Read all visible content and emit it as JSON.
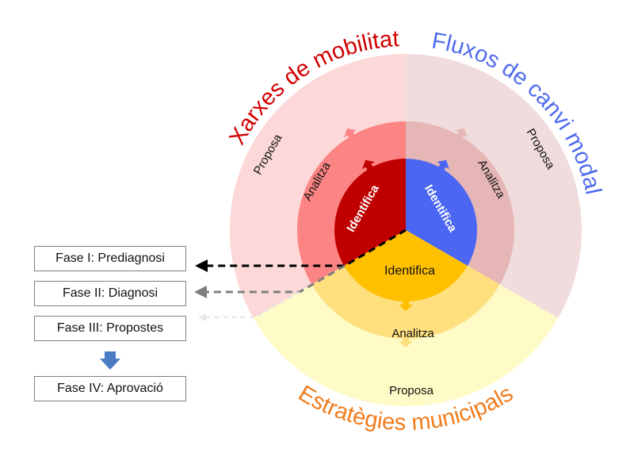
{
  "phases": [
    "Fase I: Prediagnosi",
    "Fase II: Diagnosi",
    "Fase III: Propostes",
    "Fase IV: Aprovació"
  ],
  "titles": {
    "red": "Xarxes de mobilitat",
    "blue": "Fluxos de canvi modal",
    "yellow": "Estratègies municipals"
  },
  "labels": {
    "identify": "Identifica",
    "analyze": "Analitza",
    "propose": "Proposa"
  },
  "colors": {
    "red_outer": "#fcd8d8",
    "red_mid": "#fc8484",
    "red_inner": "#c00000",
    "blue_outer": "#f0dcdc",
    "blue_mid": "#e6b6b6",
    "blue_inner": "#4a66f2",
    "yellow_outer": "#fefbc6",
    "yellow_mid": "#ffdf7e",
    "yellow_inner": "#ffc000",
    "title_red": "#d00000",
    "title_blue": "#4f6bef",
    "title_yellow": "#f07c1c",
    "arrow_blue": "#4a7cc4"
  }
}
